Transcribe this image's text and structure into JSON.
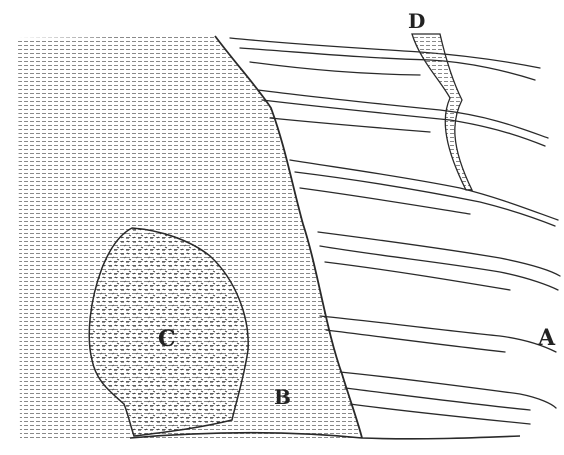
{
  "figure": {
    "labels": {
      "a": "A",
      "b": "B",
      "c": "C",
      "d": "D"
    },
    "regions": [
      {
        "id": "A",
        "texture": "wavy-stratified-lines"
      },
      {
        "id": "B",
        "texture": "fine-horizontal-hatching"
      },
      {
        "id": "C",
        "texture": "stippled-granular"
      },
      {
        "id": "D",
        "texture": "narrow-vein"
      }
    ],
    "colors": {
      "ink": "#2a2a2a",
      "paper": "#ffffff"
    }
  }
}
